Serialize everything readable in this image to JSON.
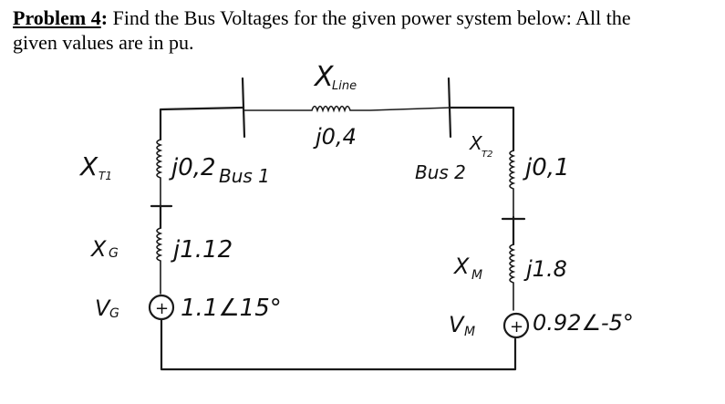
{
  "problem": {
    "label": "Problem 4",
    "colon": ":",
    "text_line1": " Find the Bus Voltages for the given power system below: All the",
    "text_line2": "given values are in pu."
  },
  "diagram": {
    "x_line_label": "X",
    "x_line_sub": "Line",
    "x_line_value": "j0,4",
    "x_t1_label": "X",
    "x_t1_sub": "T1",
    "x_t1_value": "j0,2",
    "bus1_label": "Bus 1",
    "x_t2_label": "X",
    "x_t2_sub": "T2",
    "x_t2_value": "j0,1",
    "bus2_label": "Bus 2",
    "x_g_label": "X",
    "x_g_sub": "G",
    "x_g_value": "j1.12",
    "v_g_label": "V",
    "v_g_sub": "G",
    "v_g_value": "1.1∠15°",
    "x_m_label": "X",
    "x_m_sub": "M",
    "x_m_value": "j1.8",
    "v_m_label": "V",
    "v_m_sub": "M",
    "v_m_value": "0.92∠-5°",
    "source_symbol": "+"
  }
}
